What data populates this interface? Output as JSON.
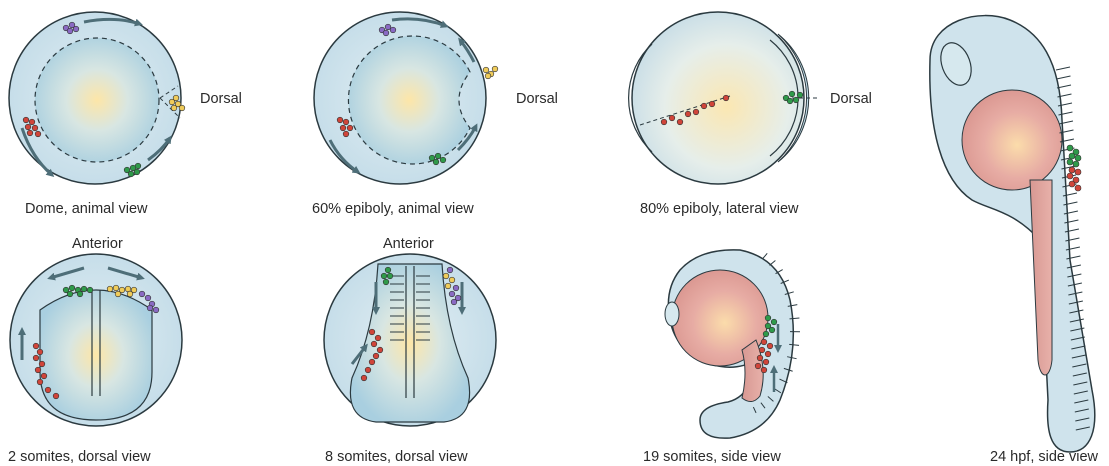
{
  "figure": {
    "labels": {
      "dorsal_1": "Dorsal",
      "dorsal_2": "Dorsal",
      "dorsal_3": "Dorsal",
      "anterior_1": "Anterior",
      "anterior_2": "Anterior"
    },
    "captions": {
      "dome": "Dome, animal view",
      "epiboly60": "60% epiboly, animal view",
      "epiboly80": "80% epiboly, lateral view",
      "hpf24": "24 hpf, side view",
      "somites2": "2 somites, dorsal view",
      "somites8": "8 somites, dorsal view",
      "somites19": "19 somites, side view"
    }
  },
  "colors": {
    "embryo_fill": "#cfe3ec",
    "yolk_center": "#fbe2a6",
    "yolk_pink": "#e3a7a2",
    "arrow": "#4e6e78",
    "cell_red": "#d0453a",
    "cell_green": "#2f9a4a",
    "cell_yellow": "#f0cc5a",
    "cell_purple": "#8a6ac4"
  }
}
